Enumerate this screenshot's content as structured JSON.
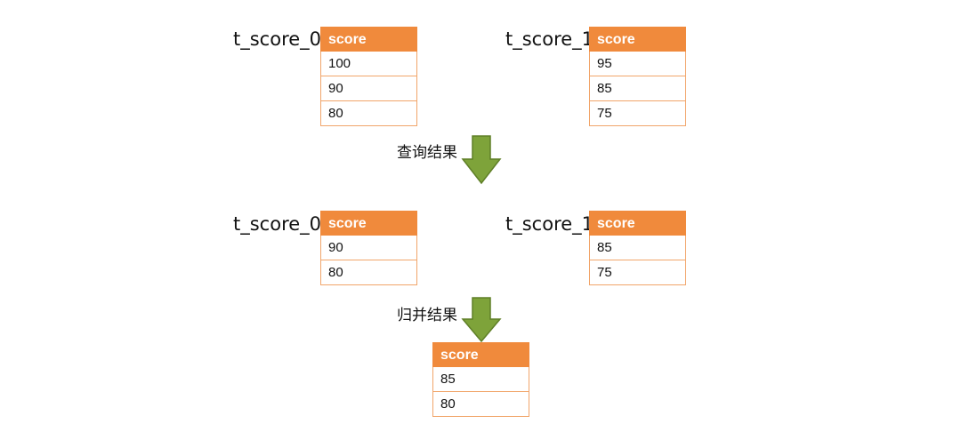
{
  "colors": {
    "header_bg": "#f08a3c",
    "cell_border": "#f1a56a",
    "arrow_fill": "#7ea33a",
    "arrow_stroke": "#5f7f27"
  },
  "step1": {
    "tables": [
      {
        "name": "t_score_0",
        "header": "score",
        "rows": [
          "100",
          "90",
          "80"
        ]
      },
      {
        "name": "t_score_1",
        "header": "score",
        "rows": [
          "95",
          "85",
          "75"
        ]
      }
    ]
  },
  "arrow1": {
    "label": "查询结果",
    "icon": "down-arrow-icon"
  },
  "step2": {
    "tables": [
      {
        "name": "t_score_0",
        "header": "score",
        "rows": [
          "90",
          "80"
        ]
      },
      {
        "name": "t_score_1",
        "header": "score",
        "rows": [
          "85",
          "75"
        ]
      }
    ]
  },
  "arrow2": {
    "label": "归并结果",
    "icon": "down-arrow-icon"
  },
  "result": {
    "header": "score",
    "rows": [
      "85",
      "80"
    ]
  }
}
